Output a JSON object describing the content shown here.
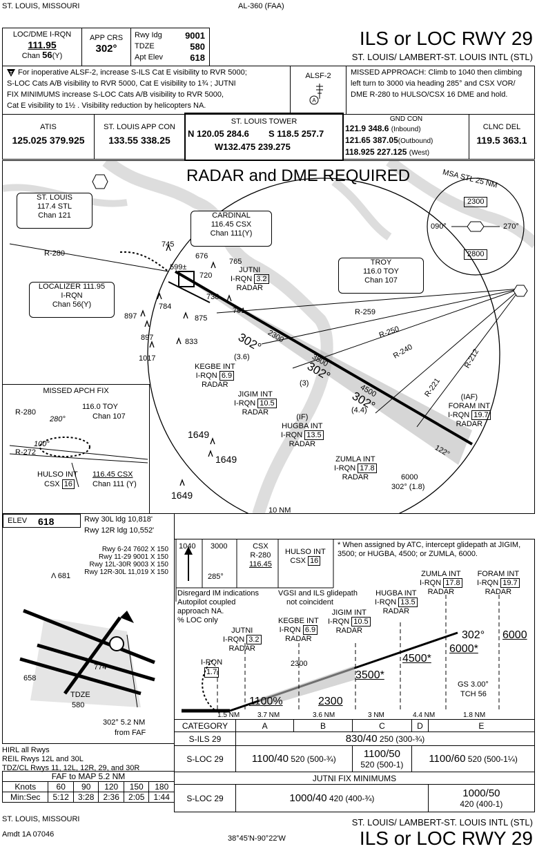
{
  "header": {
    "location_left": "ST. LOUIS, MISSOURI",
    "volume": "AL-360 (FAA)",
    "procedure_title": "ILS or LOC RWY 29",
    "airport": "ST. LOUIS/ LAMBERT-ST. LOUIS INTL (STL)"
  },
  "briefing": {
    "loc_label": "LOC/DME  I-RQN",
    "loc_freq": "111.95",
    "loc_chan_prefix": "Chan ",
    "loc_chan_num": "56",
    "loc_chan_suffix": "(Y)",
    "app_crs_label": "APP CRS",
    "app_crs": "302°",
    "rwy_ldg_label": "Rwy Idg",
    "rwy_ldg": "9001",
    "tdze_label": "TDZE",
    "tdze": "580",
    "apt_elev_label": "Apt Elev",
    "apt_elev": "618",
    "notes": [
      "For inoperative ALSF-2, increase S-ILS Cat E visibility to RVR 5000;",
      "S-LOC Cats A/B visibility to RVR 5000, Cat E visibility to 1¾ ; JUTNI",
      "FIX MINIMUMS increase S-LOC Cats A/B visibility to RVR 5000,",
      "Cat E visibility to 1½ . Visibility reduction by helicopters NA."
    ],
    "alsf": "ALSF-2",
    "missed_approach": [
      "MISSED APPROACH: Climb to 1040 then climbing",
      "left turn to 3000 via heading 285° and CSX VOR/",
      "DME R-280 to HULSO/CSX 16 DME and hold."
    ]
  },
  "comms": {
    "atis_label": "ATIS",
    "atis": "125.025 379.925",
    "app_label": "ST. LOUIS APP CON",
    "app": "133.55 338.25",
    "tower_label": "ST. LOUIS TOWER",
    "tower_n": "N 120.05 284.6",
    "tower_s": "S 118.5 257.7",
    "tower_w": "W132.475 239.275",
    "gnd_label": "GND CON",
    "gnd_1": "121.9 348.6",
    "gnd_1_note": "(Inbound)",
    "gnd_2": "121.65 387.05",
    "gnd_2_note": "(Outbound)",
    "gnd_3": "118.925 227.125",
    "gnd_3_note": "(West)",
    "clnc_label": "CLNC DEL",
    "clnc": "119.5 363.1"
  },
  "plan": {
    "radar_note": "RADAR and DME REQUIRED",
    "msa": {
      "title": "MSA STL 25 NM",
      "upper": "2300",
      "lower": "2800",
      "west": "090°",
      "east": "270°"
    },
    "stl_vor": {
      "name": "ST. LOUIS",
      "freq": "117.4  STL",
      "chan": "Chan 121"
    },
    "cardinal": {
      "name": "CARDINAL",
      "freq": "116.45  CSX",
      "chan": "Chan 111(Y)"
    },
    "troy": {
      "name": "TROY",
      "freq": "116.0  TOY",
      "chan": "Chan 107"
    },
    "localizer": {
      "name": "LOCALIZER  111.95",
      "ident": "I-RQN",
      "chan": "Chan 56(Y)"
    },
    "radials": [
      "R-280",
      "R-259",
      "R-250",
      "R-240",
      "R-221",
      "R-212"
    ],
    "fixes": [
      {
        "name": "JUTNI",
        "line2": "I-RQN",
        "dme": "3.2",
        "line3": "RADAR"
      },
      {
        "name": "KEGBE INT",
        "line2": "I-RQN",
        "dme": "6.9",
        "line3": "RADAR"
      },
      {
        "name": "JIGIM INT",
        "line2": "I-RQN",
        "dme": "10.5",
        "line3": "RADAR"
      },
      {
        "name": "(IF)",
        "name2": "HUGBA INT",
        "line2": "I-RQN",
        "dme": "13.5",
        "line3": "RADAR"
      },
      {
        "name": "ZUMLA INT",
        "line2": "I-RQN",
        "dme": "17.8",
        "line3": "RADAR"
      },
      {
        "name": "(IAF)",
        "name2": "FORAM INT",
        "line2": "I-RQN",
        "dme": "19.7",
        "line3": "RADAR"
      }
    ],
    "elevations": [
      "745",
      "676",
      "765",
      "599±",
      "720",
      "738",
      "784",
      "791",
      "897",
      "875",
      "897",
      "833",
      "1017",
      "1649",
      "1649",
      "1649"
    ],
    "segments": [
      "2300",
      "(3.6)",
      "302°",
      "3500",
      "(3)",
      "302°",
      "4500",
      "(4.4)",
      "302°",
      "122°",
      "6000",
      "302° (1.8)"
    ],
    "range_ring": "10 NM",
    "missed_fix": {
      "title": "MISSED APCH FIX",
      "r280": "R-280",
      "toy": "116.0  TOY",
      "toy_chan": "Chan 107",
      "hdg": "280°",
      "hdg2": "100°",
      "r272": "R-272",
      "hulso": "HULSO INT",
      "hulso_csx": "CSX",
      "hulso_dme": "16",
      "csx_freq": "116.45 CSX",
      "csx_chan": "Chan 111 (Y)"
    }
  },
  "airport_diagram": {
    "elev_label": "ELEV",
    "elev": "618",
    "ldg1": "Rwy 30L ldg 10,818'",
    "ldg2": "Rwy 12R ldg 10,552'",
    "rwys": [
      "Rwy 6-24 7602 X 150",
      "Rwy 11-29 9001 X 150",
      "Rwy 12L-30R 9003 X 150",
      "Rwy 12R-30L 11,019 X 150"
    ],
    "obs": "681",
    "obs2": "658",
    "obs3": "774",
    "tdze_label": "TDZE",
    "tdze": "580",
    "faf_note1": "302° 5.2 NM",
    "faf_note2": "from FAF",
    "lights": [
      "HIRL all Rwys",
      "REIL Rwys 12L and 30L",
      "TDZ/CL Rwys 11, 12L, 12R, 29, and 30R"
    ]
  },
  "timing": {
    "title": "FAF to MAP 5.2 NM",
    "knots_label": "Knots",
    "minsec_label": "Min:Sec",
    "knots": [
      "60",
      "90",
      "120",
      "150",
      "180"
    ],
    "times": [
      "5:12",
      "3:28",
      "2:36",
      "2:05",
      "1:44"
    ]
  },
  "profile": {
    "ma_icons": [
      "1040",
      "3000",
      "CSX",
      "HULSO INT"
    ],
    "ma_hdg": "285°",
    "ma_r280": "R-280",
    "ma_csx": "116.45",
    "ma_hulso_csx": "CSX",
    "ma_hulso_dme": "16",
    "star_note": "* When assigned by ATC, intercept glidepath at JIGIM, 3500; or HUGBA, 4500; or ZUMLA, 6000.",
    "notes_left": [
      "Disregard IM indications",
      "Autopilot coupled",
      "approach NA.",
      "% LOC only"
    ],
    "vgsi": [
      "VGSI and ILS glidepath",
      "not coincident"
    ],
    "fixes": [
      {
        "name": "I-RQN",
        "dme": "1.7"
      },
      {
        "name": "JUTNI",
        "line2": "I-RQN",
        "dme": "3.2",
        "line3": "RADAR"
      },
      {
        "name": "KEGBE INT",
        "line2": "I-RQN",
        "dme": "6.9",
        "line3": "RADAR"
      },
      {
        "name": "JIGIM INT",
        "line2": "I-RQN",
        "dme": "10.5",
        "line3": "RADAR"
      },
      {
        "name": "HUGBA INT",
        "line2": "I-RQN",
        "dme": "13.5",
        "line3": "RADAR"
      },
      {
        "name": "ZUMLA INT",
        "line2": "I-RQN",
        "dme": "17.8",
        "line3": "RADAR"
      },
      {
        "name": "FORAM INT",
        "line2": "I-RQN",
        "dme": "19.7",
        "line3": "RADAR"
      }
    ],
    "alts": [
      "1100%",
      "2300",
      "2300",
      "3500*",
      "4500*",
      "6000*",
      "302°",
      "6000"
    ],
    "gs": "GS 3.00°",
    "tch": "TCH 56",
    "distances": [
      "1.5 NM",
      "3.7 NM",
      "3.6 NM",
      "3 NM",
      "4.4 NM",
      "1.8 NM"
    ]
  },
  "minimums": {
    "headers": [
      "CATEGORY",
      "A",
      "B",
      "C",
      "D",
      "E"
    ],
    "sils_label": "S-ILS 29",
    "sils": "830/40",
    "sils_sub": "250 (300-¾)",
    "sloc_label": "S-LOC 29",
    "sloc_ab": "1100/40",
    "sloc_ab_sub": "520 (500-¾)",
    "sloc_c": "1100/50",
    "sloc_c_sub": "520 (500-1)",
    "sloc_de": "1100/60",
    "sloc_de_sub": "520 (500-1¼)",
    "jutni_title": "JUTNI FIX MINIMUMS",
    "jutni_label": "S-LOC 29",
    "jutni_ad": "1000/40",
    "jutni_ad_sub": "420 (400-¾)",
    "jutni_e": "1000/50",
    "jutni_e_sub": "420 (400-1)"
  },
  "footer": {
    "location": "ST. LOUIS, MISSOURI",
    "amdt": "Amdt 1A  07046",
    "coords": "38°45'N-90°22'W",
    "airport": "ST. LOUIS/ LAMBERT-ST. LOUIS INTL (STL)",
    "title": "ILS or LOC RWY 29"
  }
}
